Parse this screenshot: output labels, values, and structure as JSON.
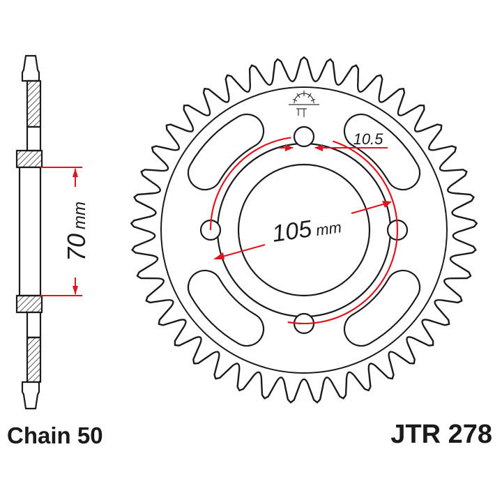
{
  "labels": {
    "chain": "Chain 50",
    "part_number": "JTR 278"
  },
  "dimensions": {
    "hub_width": {
      "value": "70",
      "unit": "mm"
    },
    "bolt_circle": {
      "value": "105",
      "unit": "mm"
    },
    "bolt_hole": {
      "value": "10.5"
    }
  },
  "sprocket": {
    "teeth": 41,
    "bolt_holes": 4
  },
  "colors": {
    "line": "#1a1a1a",
    "dimension": "#e0141e",
    "hatch": "#333333"
  },
  "icons": {
    "logo": "jt-logo-icon"
  }
}
